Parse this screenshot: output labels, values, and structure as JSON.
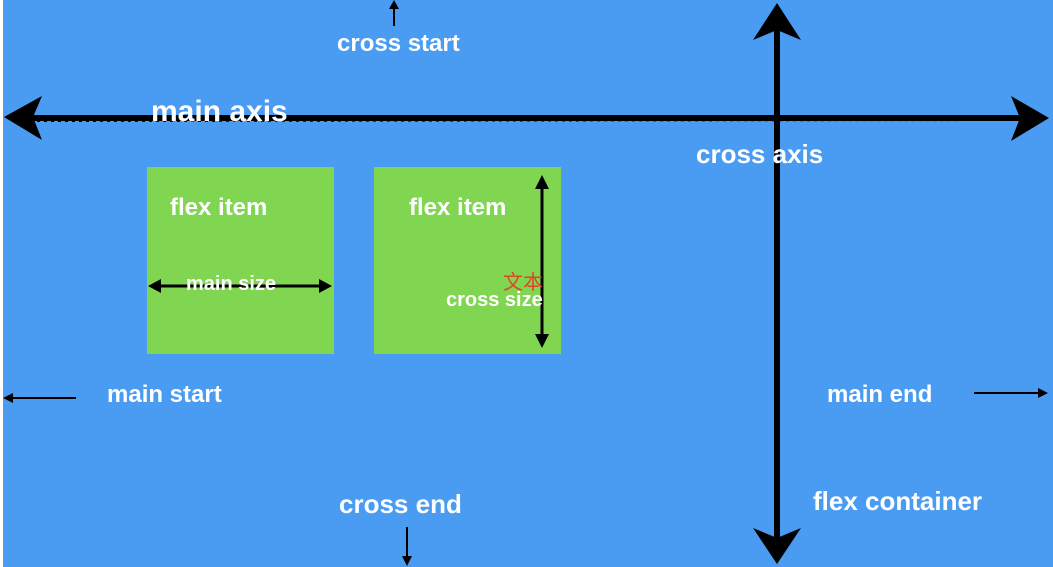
{
  "labels": {
    "cross_start": "cross start",
    "main_axis": "main axis",
    "cross_axis": "cross axis",
    "flex_item": "flex item",
    "main_size": "main size",
    "cross_size": "cross size",
    "text_marker": "文本",
    "main_start": "main start",
    "main_end": "main end",
    "cross_end": "cross end",
    "flex_container": "flex container"
  },
  "colors": {
    "container": "#4a9cf2",
    "item": "#80d651",
    "label": "#ffffff",
    "arrow": "#000000",
    "marker": "#e0452a"
  }
}
